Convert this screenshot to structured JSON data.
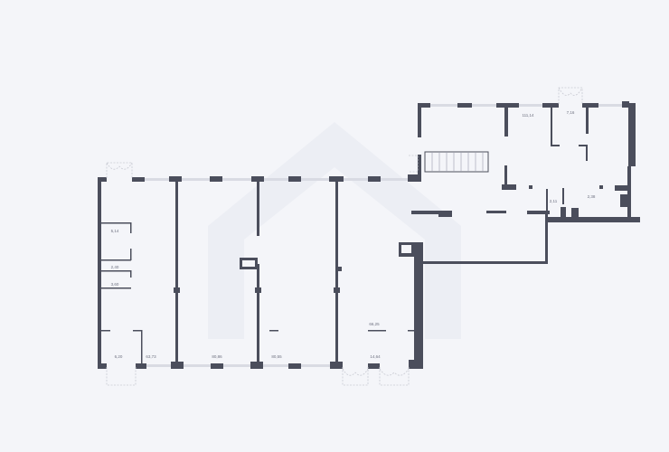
{
  "plan": {
    "rooms": [
      {
        "id": "wc1",
        "area": "5,14"
      },
      {
        "id": "wc2",
        "area": "2,40"
      },
      {
        "id": "wc3",
        "area": "3,60"
      },
      {
        "id": "vestibule-left",
        "area": "6,20"
      },
      {
        "id": "hall-1",
        "area": "63,73"
      },
      {
        "id": "hall-2",
        "area": "80,86"
      },
      {
        "id": "hall-3",
        "area": "80,55"
      },
      {
        "id": "hall-4",
        "area": "66,25"
      },
      {
        "id": "vestibule-right",
        "area": "14,64"
      },
      {
        "id": "hall-5",
        "area": "111,14"
      },
      {
        "id": "vestibule-top",
        "area": "7,16"
      },
      {
        "id": "storage-1",
        "area": "2,11"
      },
      {
        "id": "storage-2",
        "area": "2,38"
      }
    ]
  },
  "colors": {
    "wall": "#4b4e5c",
    "background": "#f4f5f9",
    "label": "#6e7180"
  }
}
